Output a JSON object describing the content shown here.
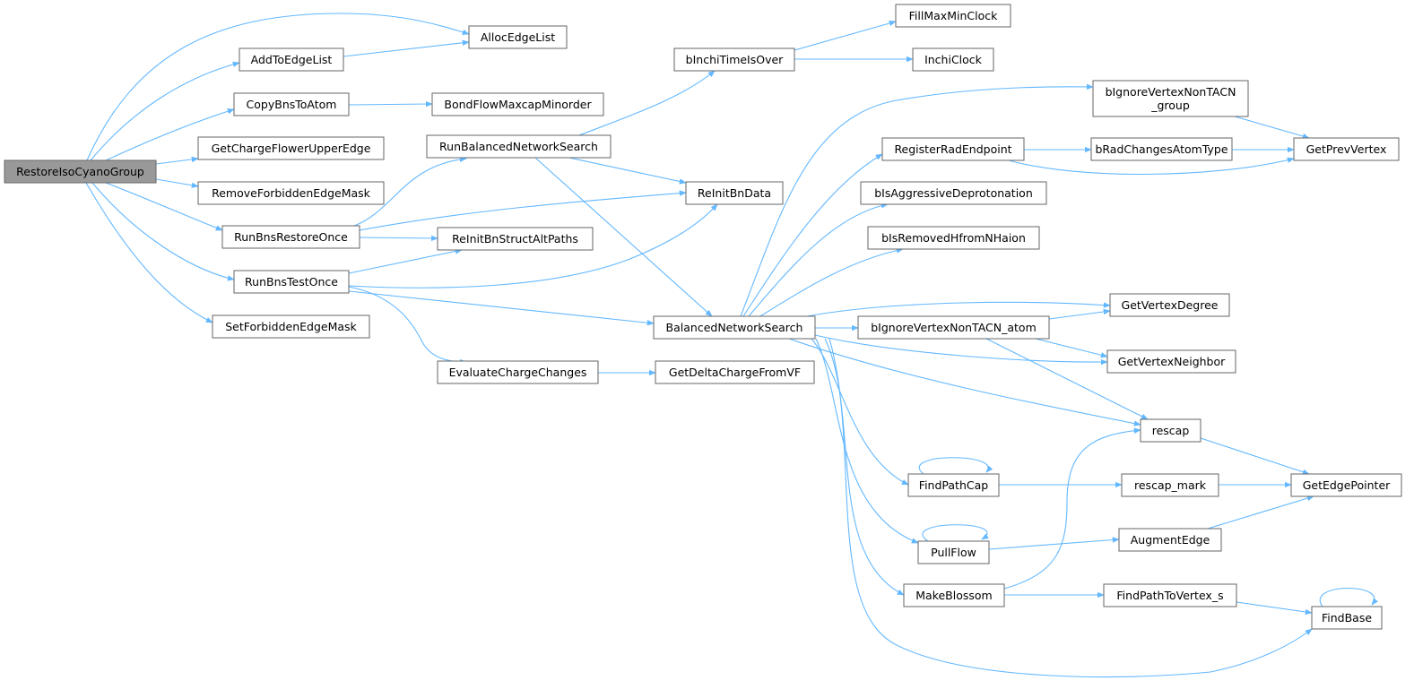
{
  "colors": {
    "edge": "#63b8ff",
    "node_border": "#666666",
    "root_fill": "#999999",
    "node_fill": "#ffffff",
    "text": "#000000"
  },
  "nodes": [
    {
      "id": "RestoreIsoCyanoGroup",
      "label": "RestoreIsoCyanoGroup",
      "root": true
    },
    {
      "id": "AllocEdgeList",
      "label": "AllocEdgeList"
    },
    {
      "id": "AddToEdgeList",
      "label": "AddToEdgeList"
    },
    {
      "id": "CopyBnsToAtom",
      "label": "CopyBnsToAtom"
    },
    {
      "id": "BondFlowMaxcapMinorder",
      "label": "BondFlowMaxcapMinorder"
    },
    {
      "id": "GetChargeFlowerUpperEdge",
      "label": "GetChargeFlowerUpperEdge"
    },
    {
      "id": "RemoveForbiddenEdgeMask",
      "label": "RemoveForbiddenEdgeMask"
    },
    {
      "id": "RunBnsRestoreOnce",
      "label": "RunBnsRestoreOnce"
    },
    {
      "id": "RunBalancedNetworkSearch",
      "label": "RunBalancedNetworkSearch"
    },
    {
      "id": "bInchiTimeIsOver",
      "label": "bInchiTimeIsOver"
    },
    {
      "id": "FillMaxMinClock",
      "label": "FillMaxMinClock"
    },
    {
      "id": "InchiClock",
      "label": "InchiClock"
    },
    {
      "id": "BalancedNetworkSearch",
      "label": "BalancedNetworkSearch"
    },
    {
      "id": "bIgnoreVertexNonTACN_atom",
      "label": "bIgnoreVertexNonTACN_atom"
    },
    {
      "id": "GetVertexDegree",
      "label": "GetVertexDegree"
    },
    {
      "id": "GetVertexNeighbor",
      "label": "GetVertexNeighbor"
    },
    {
      "id": "rescap",
      "label": "rescap"
    },
    {
      "id": "GetEdgePointer",
      "label": "GetEdgePointer"
    },
    {
      "id": "bIgnoreVertexNonTACN_group",
      "label": "bIgnoreVertexNonTACN\n_group"
    },
    {
      "id": "GetPrevVertex",
      "label": "GetPrevVertex"
    },
    {
      "id": "bIsAggressiveDeprotonation",
      "label": "bIsAggressiveDeprotonation"
    },
    {
      "id": "bIsRemovedHfromNHaion",
      "label": "bIsRemovedHfromNHaion"
    },
    {
      "id": "FindBase",
      "label": "FindBase"
    },
    {
      "id": "FindPathCap",
      "label": "FindPathCap"
    },
    {
      "id": "rescap_mark",
      "label": "rescap_mark"
    },
    {
      "id": "MakeBlossom",
      "label": "MakeBlossom"
    },
    {
      "id": "FindPathToVertex_s",
      "label": "FindPathToVertex_s"
    },
    {
      "id": "PullFlow",
      "label": "PullFlow"
    },
    {
      "id": "AugmentEdge",
      "label": "AugmentEdge"
    },
    {
      "id": "RegisterRadEndpoint",
      "label": "RegisterRadEndpoint"
    },
    {
      "id": "bRadChangesAtomType",
      "label": "bRadChangesAtomType"
    },
    {
      "id": "ReInitBnData",
      "label": "ReInitBnData"
    },
    {
      "id": "ReInitBnStructAltPaths",
      "label": "ReInitBnStructAltPaths"
    },
    {
      "id": "RunBnsTestOnce",
      "label": "RunBnsTestOnce"
    },
    {
      "id": "EvaluateChargeChanges",
      "label": "EvaluateChargeChanges"
    },
    {
      "id": "GetDeltaChargeFromVF",
      "label": "GetDeltaChargeFromVF"
    },
    {
      "id": "SetForbiddenEdgeMask",
      "label": "SetForbiddenEdgeMask"
    }
  ],
  "edges": [
    [
      "RestoreIsoCyanoGroup",
      "AllocEdgeList"
    ],
    [
      "RestoreIsoCyanoGroup",
      "AddToEdgeList"
    ],
    [
      "RestoreIsoCyanoGroup",
      "CopyBnsToAtom"
    ],
    [
      "RestoreIsoCyanoGroup",
      "GetChargeFlowerUpperEdge"
    ],
    [
      "RestoreIsoCyanoGroup",
      "RemoveForbiddenEdgeMask"
    ],
    [
      "RestoreIsoCyanoGroup",
      "RunBnsRestoreOnce"
    ],
    [
      "RestoreIsoCyanoGroup",
      "RunBnsTestOnce"
    ],
    [
      "RestoreIsoCyanoGroup",
      "SetForbiddenEdgeMask"
    ],
    [
      "AddToEdgeList",
      "AllocEdgeList"
    ],
    [
      "CopyBnsToAtom",
      "BondFlowMaxcapMinorder"
    ],
    [
      "RunBnsRestoreOnce",
      "RunBalancedNetworkSearch"
    ],
    [
      "RunBnsRestoreOnce",
      "ReInitBnData"
    ],
    [
      "RunBnsRestoreOnce",
      "ReInitBnStructAltPaths"
    ],
    [
      "RunBalancedNetworkSearch",
      "bInchiTimeIsOver"
    ],
    [
      "RunBalancedNetworkSearch",
      "ReInitBnData"
    ],
    [
      "RunBalancedNetworkSearch",
      "BalancedNetworkSearch"
    ],
    [
      "bInchiTimeIsOver",
      "FillMaxMinClock"
    ],
    [
      "bInchiTimeIsOver",
      "InchiClock"
    ],
    [
      "BalancedNetworkSearch",
      "bIgnoreVertexNonTACN_group"
    ],
    [
      "BalancedNetworkSearch",
      "RegisterRadEndpoint"
    ],
    [
      "BalancedNetworkSearch",
      "bIsAggressiveDeprotonation"
    ],
    [
      "BalancedNetworkSearch",
      "bIsRemovedHfromNHaion"
    ],
    [
      "BalancedNetworkSearch",
      "GetVertexDegree"
    ],
    [
      "BalancedNetworkSearch",
      "bIgnoreVertexNonTACN_atom"
    ],
    [
      "BalancedNetworkSearch",
      "GetVertexNeighbor"
    ],
    [
      "BalancedNetworkSearch",
      "rescap"
    ],
    [
      "BalancedNetworkSearch",
      "FindPathCap"
    ],
    [
      "BalancedNetworkSearch",
      "PullFlow"
    ],
    [
      "BalancedNetworkSearch",
      "MakeBlossom"
    ],
    [
      "BalancedNetworkSearch",
      "FindBase"
    ],
    [
      "bIgnoreVertexNonTACN_group",
      "GetPrevVertex"
    ],
    [
      "RegisterRadEndpoint",
      "bRadChangesAtomType"
    ],
    [
      "RegisterRadEndpoint",
      "GetPrevVertex"
    ],
    [
      "bRadChangesAtomType",
      "GetPrevVertex"
    ],
    [
      "bIgnoreVertexNonTACN_atom",
      "GetVertexDegree"
    ],
    [
      "bIgnoreVertexNonTACN_atom",
      "GetVertexNeighbor"
    ],
    [
      "bIgnoreVertexNonTACN_atom",
      "rescap"
    ],
    [
      "rescap",
      "GetEdgePointer"
    ],
    [
      "FindPathCap",
      "FindPathCap"
    ],
    [
      "FindPathCap",
      "rescap_mark"
    ],
    [
      "rescap_mark",
      "GetEdgePointer"
    ],
    [
      "PullFlow",
      "PullFlow"
    ],
    [
      "PullFlow",
      "AugmentEdge"
    ],
    [
      "AugmentEdge",
      "GetEdgePointer"
    ],
    [
      "MakeBlossom",
      "rescap"
    ],
    [
      "MakeBlossom",
      "FindPathToVertex_s"
    ],
    [
      "FindPathToVertex_s",
      "FindBase"
    ],
    [
      "FindBase",
      "FindBase"
    ],
    [
      "RunBnsTestOnce",
      "ReInitBnData"
    ],
    [
      "RunBnsTestOnce",
      "ReInitBnStructAltPaths"
    ],
    [
      "RunBnsTestOnce",
      "BalancedNetworkSearch"
    ],
    [
      "RunBnsTestOnce",
      "EvaluateChargeChanges"
    ],
    [
      "EvaluateChargeChanges",
      "GetDeltaChargeFromVF"
    ]
  ]
}
